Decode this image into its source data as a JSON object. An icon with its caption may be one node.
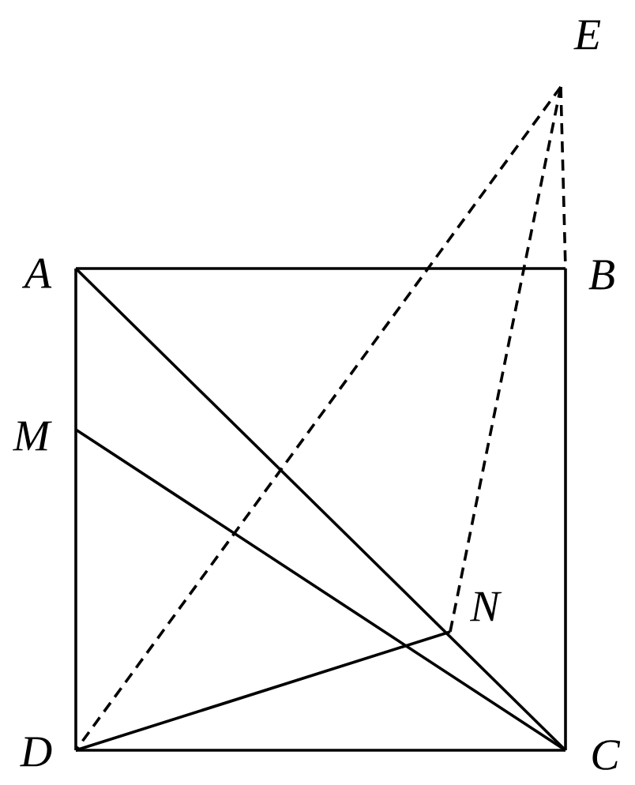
{
  "diagram": {
    "nodes": [
      {
        "text": [
          "E"
        ]
      },
      {
        "text": [
          "A"
        ]
      },
      {
        "text": [
          "B"
        ]
      },
      {
        "text": [
          "M"
        ]
      },
      {
        "text": [
          "N"
        ]
      },
      {
        "text": [
          "D"
        ]
      },
      {
        "text": [
          "C"
        ]
      }
    ],
    "edges": [
      {
        "from": 1,
        "to": 2,
        "arrow": "none"
      },
      {
        "from": 2,
        "to": 6,
        "arrow": "none"
      },
      {
        "from": 6,
        "to": 5,
        "arrow": "none"
      },
      {
        "from": 5,
        "to": 1,
        "arrow": "none"
      },
      {
        "from": 1,
        "to": 6,
        "arrow": "none"
      },
      {
        "from": 3,
        "to": 6,
        "arrow": "none"
      },
      {
        "from": 5,
        "to": 4,
        "arrow": "none"
      },
      {
        "from": 0,
        "to": 5,
        "arrow": "none",
        "style": "dashed"
      },
      {
        "from": 0,
        "to": 4,
        "arrow": "none",
        "style": "dashed"
      },
      {
        "from": 0,
        "to": 2,
        "arrow": "none",
        "style": "dashed"
      }
    ]
  }
}
